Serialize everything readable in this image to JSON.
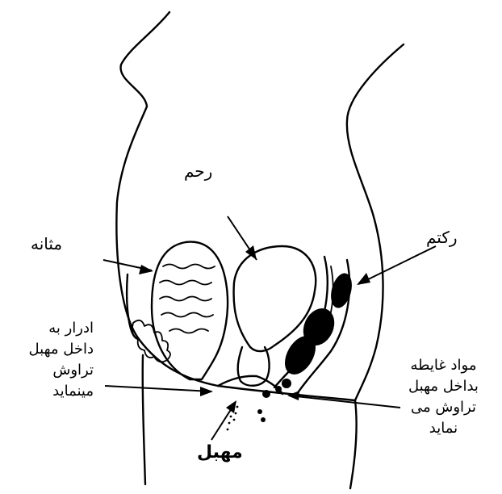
{
  "labels": {
    "uterus": "رحم",
    "bladder": "مثانه",
    "rectum": "رکتم",
    "vagina": "مهبل",
    "urine_note": [
      "ادرار به",
      "داخل مهبل",
      "تراوش",
      "مینماید"
    ],
    "feces_note": [
      "مواد غایطه",
      "بداخل مهبل",
      "تراوش می",
      "نماید"
    ]
  },
  "colors": {
    "ink": "#000000",
    "background": "#ffffff"
  }
}
